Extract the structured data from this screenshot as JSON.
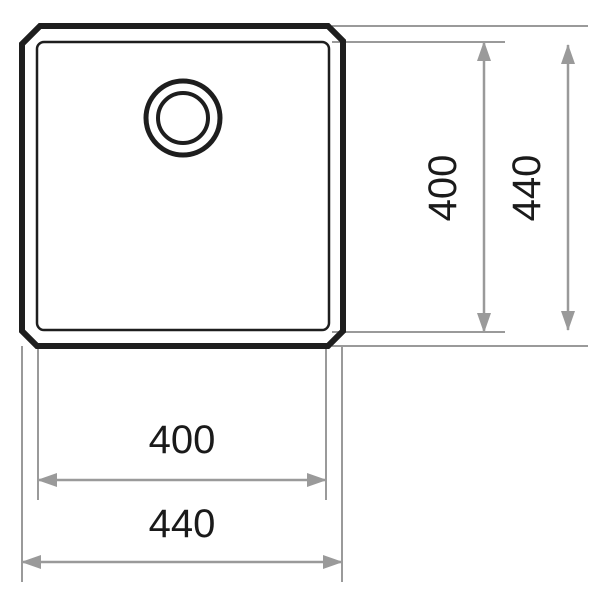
{
  "drawing": {
    "inner_width_label": "400",
    "outer_width_label": "440",
    "inner_height_label": "400",
    "outer_height_label": "440"
  },
  "colors": {
    "outline": "#1e1e1e",
    "dimension_lines": "#9a9a9a",
    "text": "#1a1a1a"
  }
}
